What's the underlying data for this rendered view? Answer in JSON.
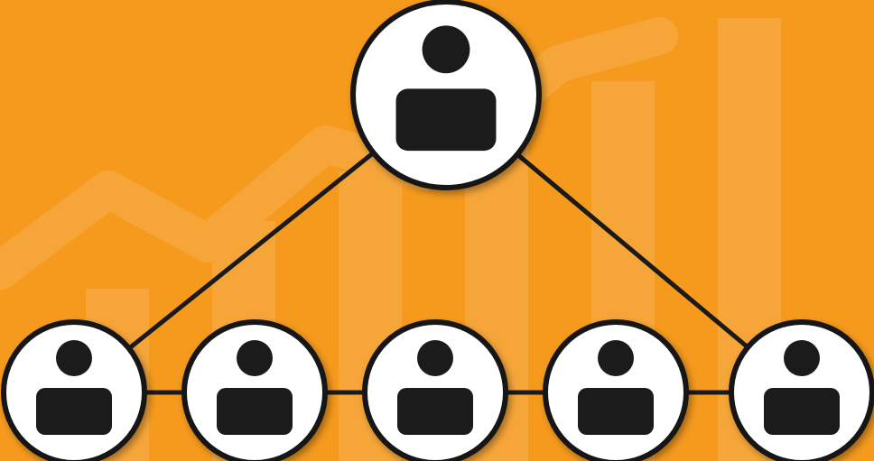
{
  "colors": {
    "background": "#f59a1d",
    "watermark": "#f8bd6d",
    "node_fill": "#ffffff",
    "node_stroke": "#151515",
    "icon": "#1b1b1b",
    "line": "#1a1a1a"
  },
  "diagram": {
    "type": "hierarchy",
    "icon": "person-icon",
    "nodes": [
      {
        "id": "top",
        "role": "parent"
      },
      {
        "id": "child-1",
        "role": "child"
      },
      {
        "id": "child-2",
        "role": "child"
      },
      {
        "id": "child-3",
        "role": "child"
      },
      {
        "id": "child-4",
        "role": "child"
      },
      {
        "id": "child-5",
        "role": "child"
      }
    ],
    "edges": [
      [
        "top",
        "child-1"
      ],
      [
        "top",
        "child-5"
      ],
      [
        "child-1",
        "child-2"
      ],
      [
        "child-2",
        "child-3"
      ],
      [
        "child-3",
        "child-4"
      ],
      [
        "child-4",
        "child-5"
      ]
    ],
    "background_motif": "rising-bars-and-trend-arrow"
  }
}
